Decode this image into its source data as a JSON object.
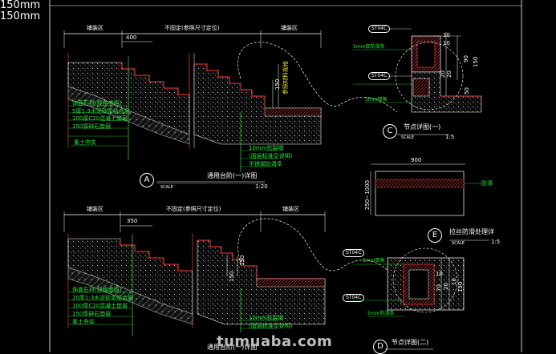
{
  "watermark": "tumuaba.com",
  "detail_a": {
    "marker": "A",
    "title_size": "150mm",
    "title_rest": "通用台阶(一)详图",
    "scale_word": "SCALE",
    "scale": "1:20",
    "top_left_zone": "铺装区",
    "top_mid_zone": "不固定(参照尺寸定位)",
    "top_right_zone": "铺装区",
    "dim_400": "400",
    "dim_150": "150",
    "vert_note": "参照材料规格",
    "layers": [
      "饰面石材(规格参照)",
      "5厚1:3水泥砂浆结合层",
      "100厚C20混凝土垫层",
      "150厚碎石垫层",
      "素土夯实"
    ],
    "bottom_notes": [
      "10mm抗裂缝",
      "(面层标准见说明)",
      "不锈钢防滑条"
    ]
  },
  "detail_b": {
    "title_size": "150mm",
    "title_rest": "通用台阶(一)详图",
    "top_left_zone": "铺装区",
    "top_mid_zone": "不固定(参照尺寸定位)",
    "top_right_zone": "铺装区",
    "dim_350": "350",
    "dim_150a": "150",
    "dim_150b": "150",
    "layers": [
      "饰面石材(规格参照)",
      "20厚1:3水泥砂浆结合层",
      "100厚C20混凝土垫层",
      "150厚碎石垫层",
      "素土夯实"
    ],
    "bottom_notes": [
      "10mm抗裂缝",
      "(面层标准见说明)"
    ]
  },
  "detail_c": {
    "tag_top": "ST04C",
    "tag_mid": "ST04C",
    "marker": "C",
    "title": "节点详图(一)",
    "scale_word": "SCALE",
    "scale": "1:5",
    "dims": [
      "10",
      "10",
      "90",
      "150",
      "20",
      "50",
      "20"
    ],
    "notes": [
      "5mm厚防滑条",
      "5mm倒角"
    ]
  },
  "detail_e": {
    "dim_900": "900",
    "dim_250": "250~1000",
    "note": "防滑",
    "marker": "E",
    "title": "拉丝防滑处理详",
    "scale_word": "SCALE",
    "scale": "1:5"
  },
  "detail_d": {
    "tag_top": "ST04C",
    "tag_mid": "ST04C",
    "marker": "D",
    "title": "节点详图(二)",
    "dims": [
      "10",
      "70",
      "20",
      "10",
      "150"
    ],
    "notes": [
      "5mm倒角",
      "5mm防滑条"
    ]
  },
  "colors": {
    "background": "#000000",
    "line_white": "#ffffff",
    "line_green": "#27e63a",
    "line_cyan": "#6fe8ff",
    "line_yellow": "#e7e93a",
    "line_red": "#ff3b3b"
  }
}
